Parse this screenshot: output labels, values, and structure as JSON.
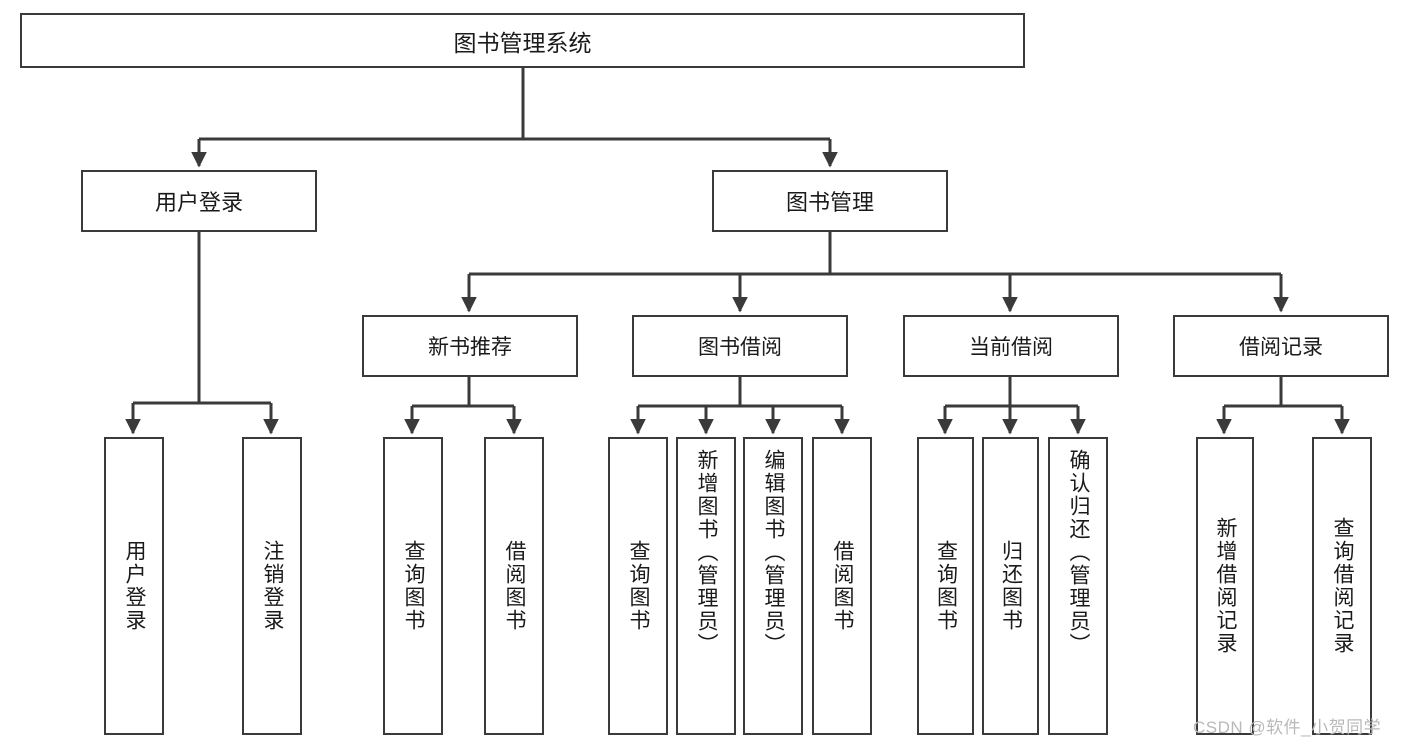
{
  "diagram": {
    "title": "图书管理系统",
    "type": "hierarchy-tree",
    "watermark": "CSDN @软件_小贺同学",
    "colors": {
      "box_border": "#3a3a3a",
      "box_fill": "#ffffff",
      "connector": "#3a3a3a",
      "text": "#1a1a1a",
      "watermark": "#b9b9b9"
    },
    "nodes": {
      "root": {
        "label": "图书管理系统"
      },
      "level1": [
        {
          "label": "用户登录"
        },
        {
          "label": "图书管理"
        }
      ],
      "level2": [
        {
          "label": "新书推荐"
        },
        {
          "label": "图书借阅"
        },
        {
          "label": "当前借阅"
        },
        {
          "label": "借阅记录"
        }
      ],
      "leaves_user_login": [
        {
          "label": "用户登录"
        },
        {
          "label": "注销登录"
        }
      ],
      "leaves_new_books": [
        {
          "label": "查询图书"
        },
        {
          "label": "借阅图书"
        }
      ],
      "leaves_borrow": [
        {
          "label": "查询图书"
        },
        {
          "label": "新增图书（管理员）"
        },
        {
          "label": "编辑图书（管理员）"
        },
        {
          "label": "借阅图书"
        }
      ],
      "leaves_current": [
        {
          "label": "查询图书"
        },
        {
          "label": "归还图书"
        },
        {
          "label": "确认归还（管理员）"
        }
      ],
      "leaves_records": [
        {
          "label": "新增借阅记录"
        },
        {
          "label": "查询借阅记录"
        }
      ]
    }
  }
}
